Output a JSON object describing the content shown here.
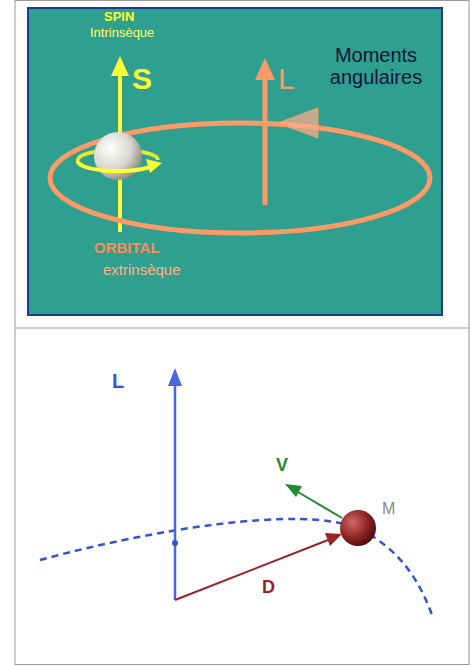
{
  "diagram": {
    "title": "Moments angulaires",
    "labels": [
      "SPIN",
      "Intrinsèque",
      "S",
      "L",
      "ORBITAL",
      "extrinsèque",
      "L",
      "V",
      "D",
      "M"
    ]
  }
}
